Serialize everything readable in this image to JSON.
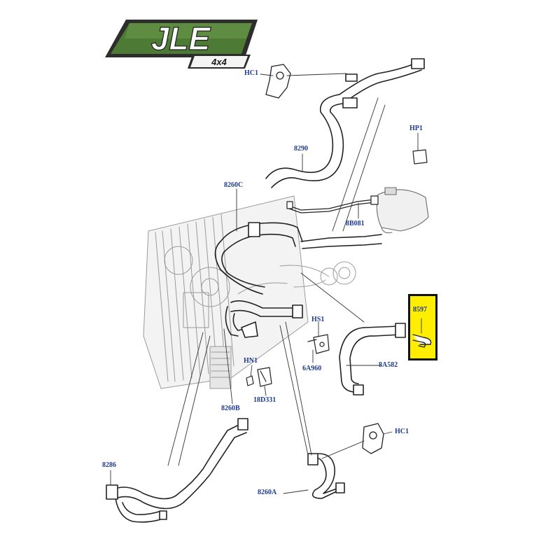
{
  "logo": {
    "brand": "JLE",
    "sub": "4x4"
  },
  "callouts": {
    "hc1_top": "HC1",
    "hp1": "HP1",
    "p8290": "8290",
    "p8260c": "8260C",
    "p8b081": "8B081",
    "p8597": "8597",
    "hs1": "HS1",
    "p6a960": "6A960",
    "p8a582": "8A582",
    "hn1": "HN1",
    "p18d331": "18D331",
    "p8260b": "8260B",
    "p8286": "8286",
    "hc1_bottom": "HC1",
    "p8260a": "8260A"
  },
  "colors": {
    "callout": "#1f3a93",
    "highlight": "#ffee00",
    "highlight_border": "#111111",
    "logo_green": "#3f6b2a",
    "logo_dark": "#2d2d2d"
  }
}
